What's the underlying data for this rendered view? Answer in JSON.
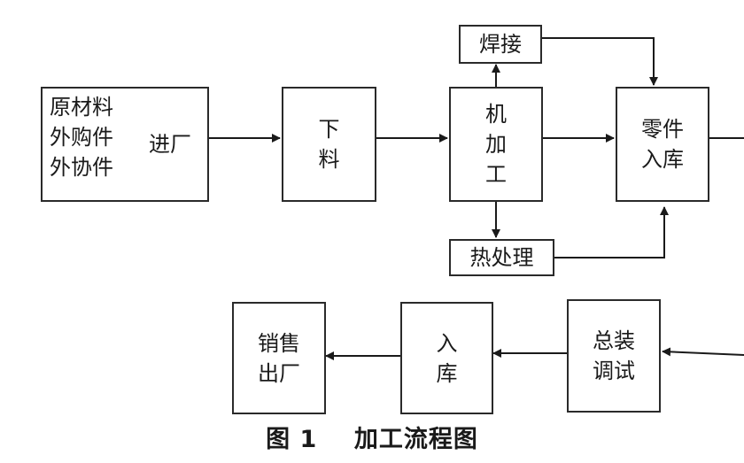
{
  "diagram": {
    "caption": "图 1    加工流程图",
    "raw_materials": "原材料\n外购件\n外协件",
    "enter_factory": "进厂",
    "blanking": "下\n料",
    "machining": "机\n加\n工",
    "welding": "焊接",
    "heat_treatment": "热处理",
    "parts_storage": "零件\n入库",
    "assembly_debug": "总装\n调试",
    "storage": "入\n库",
    "sales_shipment": "销售\n出厂"
  }
}
